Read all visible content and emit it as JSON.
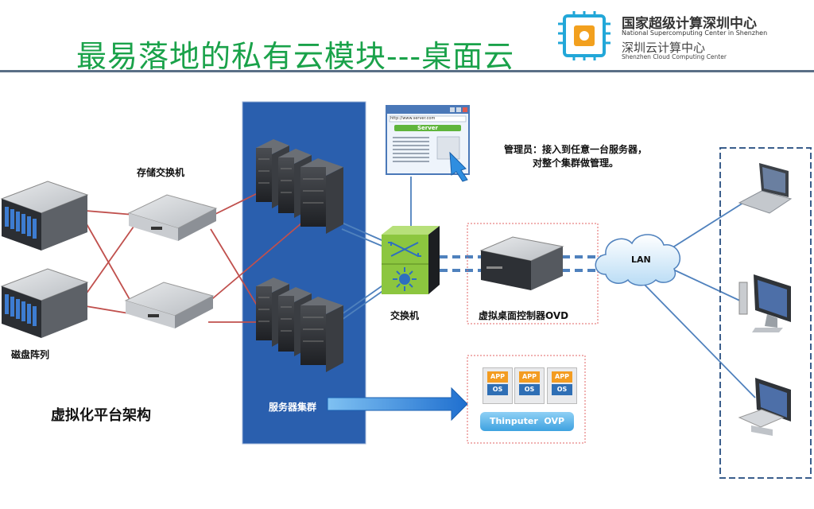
{
  "header": {
    "title": "最易落地的私有云模块---桌面云",
    "logo": {
      "cn_main": "国家超级计算深圳中心",
      "en_main": "National Supercomputing Center in Shenzhen",
      "cn_sub": "深圳云计算中心",
      "en_sub": "Shenzhen Cloud Computing Center"
    }
  },
  "diagram": {
    "storage_switch_label": "存储交换机",
    "disk_array_label": "磁盘阵列",
    "platform_label": "虚拟化平台架构",
    "server_cluster_label": "服务器集群",
    "switch_label": "交换机",
    "ovd_label": "虚拟桌面控制器OVD",
    "admin_note": [
      "管理员：接入到任意一台服务器，",
      "对整个集群做管理。"
    ],
    "lan_label": "LAN",
    "browser": {
      "url": "http://www.server.com",
      "banner": "Server"
    },
    "app_tiles": [
      {
        "app": "APP",
        "os": "OS"
      },
      {
        "app": "APP",
        "os": "OS"
      },
      {
        "app": "APP",
        "os": "OS"
      }
    ],
    "ovp_label": "Thinputer  OVP"
  },
  "colors": {
    "title_green": "#1aa24a",
    "cluster_blue": "#2a5fae",
    "link_red": "#c0504d",
    "link_blue": "#4f81bd",
    "switch_green": "#8cc63f"
  }
}
